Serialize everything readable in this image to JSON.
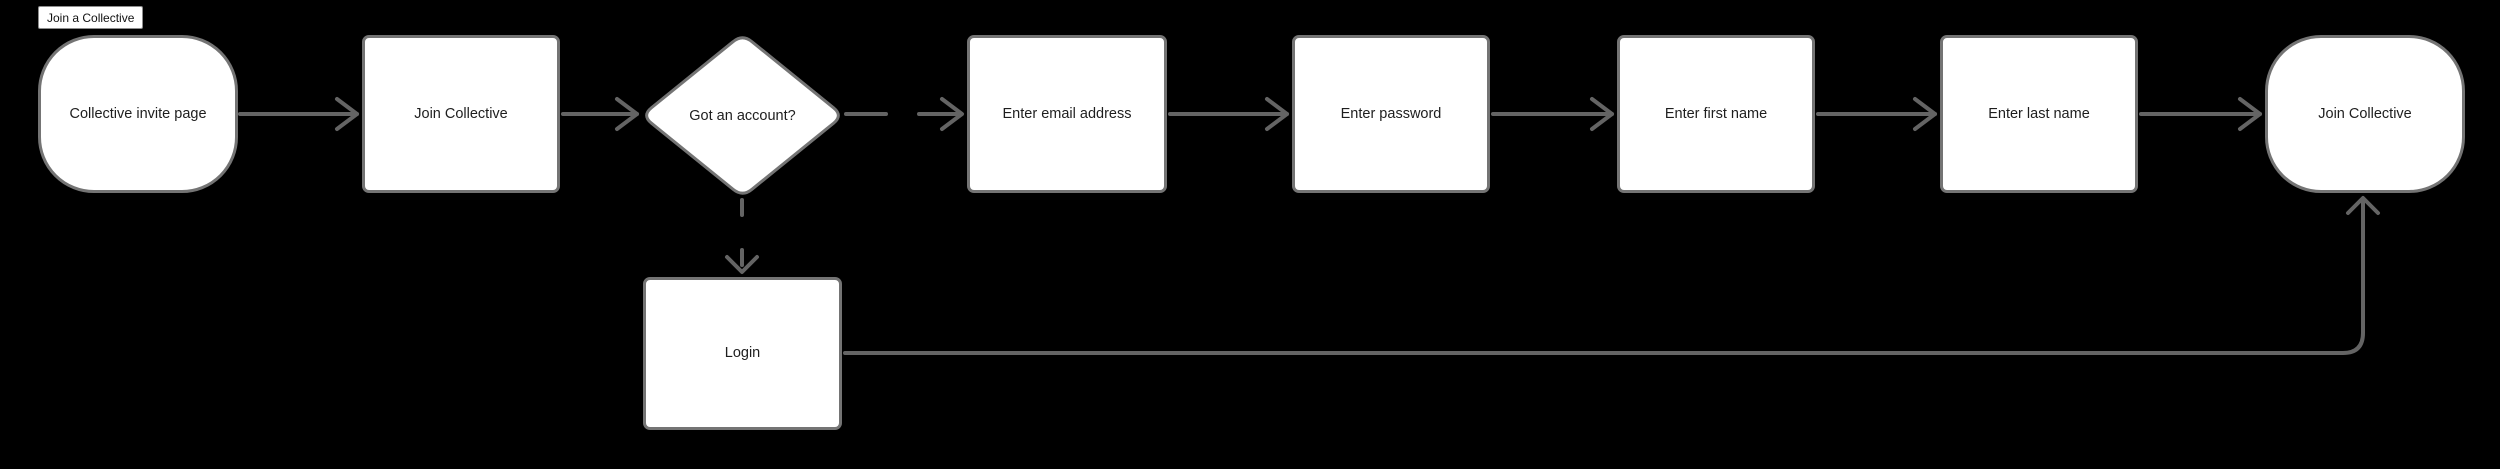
{
  "colors": {
    "canvas_bg": "#000000",
    "node_fill": "#ffffff",
    "node_border": "#747474",
    "line_color": "#646464",
    "node_text": "#1e1e1e",
    "label_bg": "#ffffff",
    "label_text": "#111111"
  },
  "flow_title": {
    "text": "Join a Collective"
  },
  "flowchart": {
    "nodes": [
      {
        "id": "collective-invite-page",
        "shape": "terminator",
        "label": "Collective invite page"
      },
      {
        "id": "join-collective",
        "shape": "process",
        "label": "Join Collective"
      },
      {
        "id": "got-an-account",
        "shape": "decision",
        "label": "Got an account?"
      },
      {
        "id": "enter-email-address",
        "shape": "process",
        "label": "Enter email address"
      },
      {
        "id": "enter-password",
        "shape": "process",
        "label": "Enter password"
      },
      {
        "id": "enter-first-name",
        "shape": "process",
        "label": "Enter first name"
      },
      {
        "id": "enter-last-name",
        "shape": "process",
        "label": "Enter last name"
      },
      {
        "id": "join-collective-end",
        "shape": "terminator",
        "label": "Join Collective"
      },
      {
        "id": "login",
        "shape": "process",
        "label": "Login"
      }
    ],
    "edges": [
      {
        "from": "collective-invite-page",
        "to": "join-collective",
        "style": "solid-arrow"
      },
      {
        "from": "join-collective",
        "to": "got-an-account",
        "style": "solid-arrow"
      },
      {
        "from": "got-an-account",
        "to": "enter-email-address",
        "style": "dashed-arrow"
      },
      {
        "from": "got-an-account",
        "to": "login",
        "style": "dashed-arrow"
      },
      {
        "from": "enter-email-address",
        "to": "enter-password",
        "style": "solid-arrow"
      },
      {
        "from": "enter-password",
        "to": "enter-first-name",
        "style": "solid-arrow"
      },
      {
        "from": "enter-first-name",
        "to": "enter-last-name",
        "style": "solid-arrow"
      },
      {
        "from": "enter-last-name",
        "to": "join-collective-end",
        "style": "solid-arrow"
      },
      {
        "from": "login",
        "to": "join-collective-end",
        "style": "solid-arrow-elbow"
      }
    ]
  }
}
